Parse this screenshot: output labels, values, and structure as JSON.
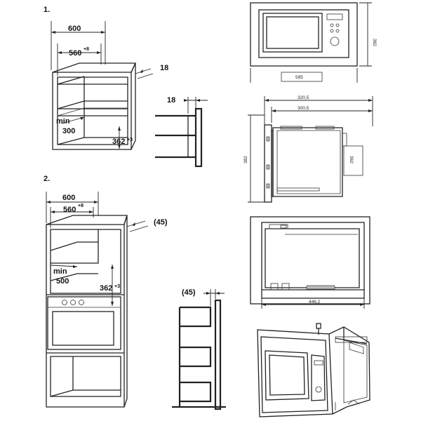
{
  "steps": {
    "step1": "1.",
    "step2": "2."
  },
  "figure1": {
    "width_outer": "600",
    "width_inner": "560",
    "width_inner_tol": "+8",
    "depth_offset": "18",
    "min_label": "min",
    "min_depth": "300",
    "height": "362",
    "height_tol": "+3",
    "side_offset": "18"
  },
  "figure2": {
    "width_outer": "600",
    "width_inner": "560",
    "width_inner_tol": "+8",
    "depth_offset": "(45)",
    "min_label": "min",
    "min_depth": "500",
    "height": "362",
    "height_tol": "+3",
    "side_offset": "(45)"
  },
  "appliance": {
    "front_width": "595",
    "front_height": "382",
    "side_total_depth": "320,5",
    "side_body_depth": "300,5",
    "side_height": "382",
    "side_inner_height": "362",
    "top_width": "446,2"
  }
}
